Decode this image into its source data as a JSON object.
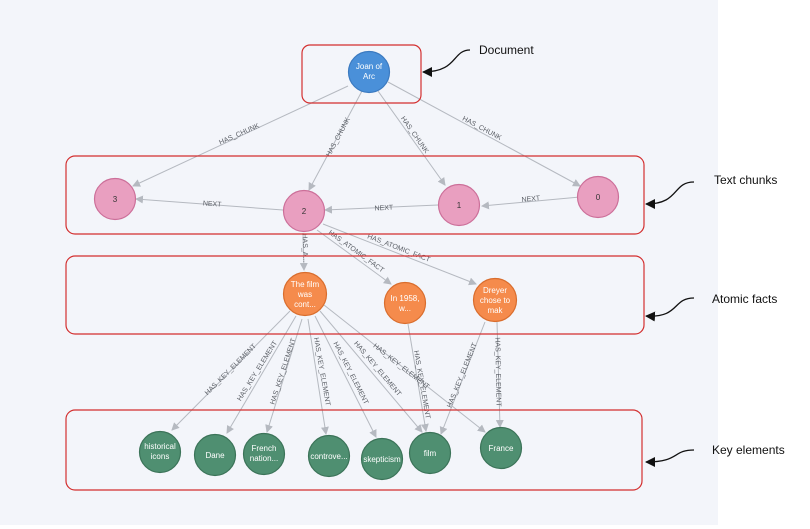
{
  "colors": {
    "document": "#4a90d9",
    "chunk": "#e99fc0",
    "atomic_fact": "#f58b4c",
    "key_element": "#4f8f71",
    "box": "#d32f2f",
    "canvas": "#f3f5fa"
  },
  "annotations": {
    "document": "Document",
    "text_chunks": "Text chunks",
    "atomic_facts": "Atomic facts",
    "key_elements": "Key elements"
  },
  "nodes": {
    "joan": {
      "line1": "Joan of",
      "line2": "Arc"
    },
    "chunk_3": {
      "label": "3"
    },
    "chunk_2": {
      "label": "2"
    },
    "chunk_1": {
      "label": "1"
    },
    "chunk_0": {
      "label": "0"
    },
    "fact_film": {
      "line1": "The film",
      "line2": "was",
      "line3": "cont..."
    },
    "fact_1958": {
      "line1": "In 1958,",
      "line2": "w..."
    },
    "fact_dreyer": {
      "line1": "Dreyer",
      "line2": "chose to",
      "line3": "mak"
    },
    "ke_historical": {
      "line1": "historical",
      "line2": "icons"
    },
    "ke_dane": {
      "label": "Dane"
    },
    "ke_french": {
      "line1": "French",
      "line2": "nation..."
    },
    "ke_controve": {
      "label": "controve..."
    },
    "ke_skepticism": {
      "label": "skepticism"
    },
    "ke_film": {
      "label": "film"
    },
    "ke_france": {
      "label": "France"
    }
  },
  "edge_labels": {
    "has_chunk": "HAS_CHUNK",
    "next": "NEXT",
    "has_a": "HAS_A...",
    "has_atomic_fact": "HAS_ATOMIC_FACT",
    "has_key_element": "HAS_KEY_ELEMENT"
  }
}
